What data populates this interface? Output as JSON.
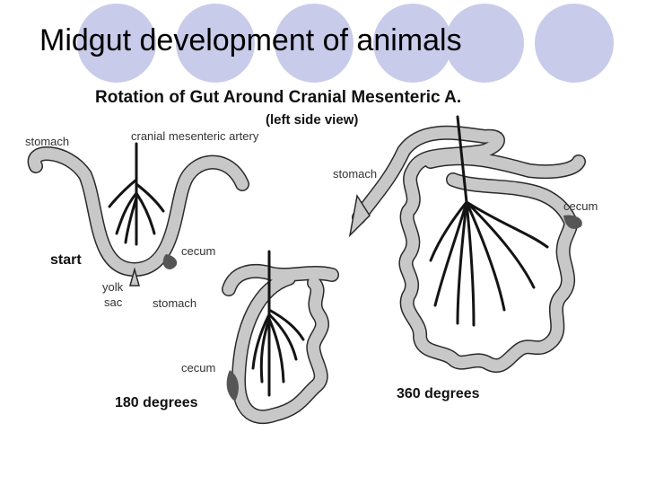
{
  "slide": {
    "title": "Midgut development of animals"
  },
  "figure": {
    "heading": "Rotation of Gut Around Cranial Mesenteric A.",
    "subheading": "(left side view)",
    "labels": {
      "stomach_1": "stomach",
      "artery": "cranial mesenteric artery",
      "cecum_1": "cecum",
      "start": "start",
      "yolk": "yolk",
      "sac": "sac",
      "stomach_2": "stomach",
      "cecum_2": "cecum",
      "deg180": "180 degrees",
      "stomach_3": "stomach",
      "cecum_3": "cecum",
      "deg360": "360 degrees"
    }
  },
  "colors": {
    "decor_circles": "#c9cbea",
    "gut_fill": "#c8c8c8",
    "gut_outline": "#2a2a2a",
    "artery": "#141414",
    "cecum": "#555555"
  }
}
